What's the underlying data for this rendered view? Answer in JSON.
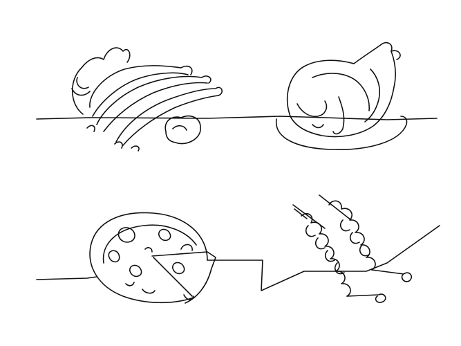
{
  "colors": {
    "background": "#ffffff",
    "line": "#111111"
  },
  "illustrations": [
    "sausages",
    "roast-chicken",
    "pizza",
    "kebab-skewers"
  ]
}
